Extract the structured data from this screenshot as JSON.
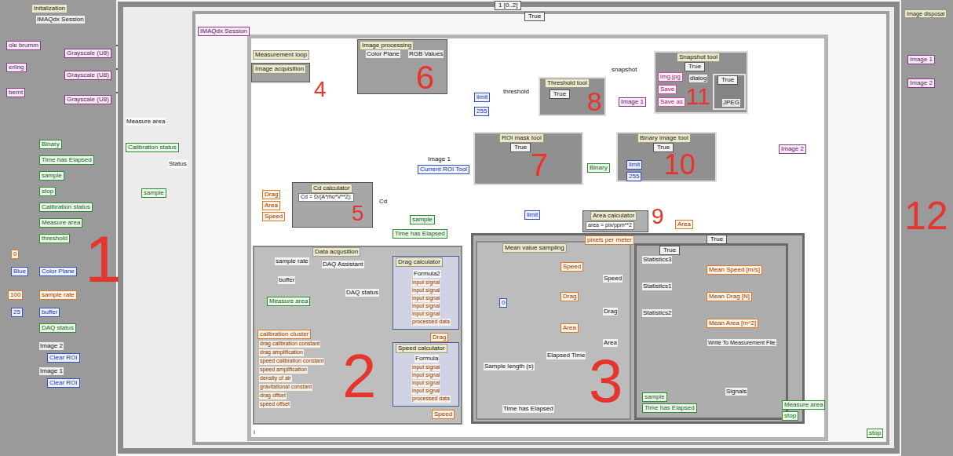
{
  "diagram": {
    "nodes": [
      {
        "text": [
          "Initalization"
        ]
      },
      {
        "text": [
          "Image disposal"
        ]
      },
      {
        "text": [
          "1 [0..2]"
        ]
      },
      {
        "text": [
          "True"
        ],
        "in": 2
      },
      {
        "text": [
          "Measurement loop"
        ],
        "in": 3
      },
      {
        "text": [
          "Image acquisition"
        ],
        "in": 4
      },
      {
        "text": [
          "Image processing"
        ],
        "in": 4
      },
      {
        "text": [
          "Threshold tool",
          "True"
        ],
        "in": 4
      },
      {
        "text": [
          "Snapshot tool",
          "True"
        ],
        "in": 4
      },
      {
        "text": [
          "True"
        ],
        "in": 8
      },
      {
        "text": [
          "ROI mask tool",
          "True"
        ],
        "in": 4
      },
      {
        "text": [
          "Binary image tool",
          "True"
        ],
        "in": 4
      },
      {
        "text": [
          "Cd calculator",
          "Cd = D/(A*rho*V**2);"
        ],
        "in": 4
      },
      {
        "text": [
          "Area calculator",
          "area = pix/ppm**2"
        ],
        "in": 4
      },
      {
        "text": [
          "Data acqusition"
        ],
        "in": 4
      },
      {
        "text": [
          "Drag calculator"
        ],
        "in": 14
      },
      {
        "text": [
          "Speed calculator"
        ],
        "in": 14
      },
      {
        "text": [
          "True"
        ],
        "in": 4
      },
      {
        "text": [
          "Mean value sampling"
        ],
        "in": 17
      },
      {
        "text": [
          "True"
        ],
        "in": 17
      }
    ],
    "edges": [
      {
        "from": 5,
        "to": 6,
        "arrow": "none"
      },
      {
        "from": 6,
        "to": 7,
        "arrow": "none"
      },
      {
        "from": 7,
        "to": 8,
        "arrow": "none"
      },
      {
        "from": 7,
        "to": 10,
        "arrow": "none"
      },
      {
        "from": 10,
        "to": 11,
        "arrow": "none"
      }
    ],
    "labels": [
      "IMAQdx Session",
      "ole brumm",
      "Grayscale (U8)",
      "erling",
      "Grayscale (U8)",
      "bernt",
      "Grayscale (U8)",
      "Binary",
      "Time has Elapsed",
      "sample",
      "stop",
      "Calibration status",
      "Measure area",
      "threshold",
      "0",
      "Blue",
      "Color Plane",
      "100",
      "sample rate",
      "25",
      "buffer",
      "DAQ status",
      "Image 2",
      "Clear ROI",
      "Image 1",
      "Clear ROI",
      "1",
      "Image 1",
      "Image 2",
      "12",
      "Measure area",
      "Calibration status",
      "Status",
      "sample",
      "IMAQdx Session",
      "i",
      "4",
      "Color Plane",
      "RGB Values",
      "6",
      "limit",
      "255",
      "threshold",
      "snapshot",
      "Image 1",
      "8",
      "img.jpg",
      "Save",
      "Save as",
      "dialog",
      "JPEG",
      "11",
      "Image 1",
      "Current ROI Tool",
      "7",
      "Binary",
      "limit",
      "255",
      "10",
      "Image 2",
      "Drag",
      "Area",
      "Speed",
      "Cd",
      "5",
      "limit",
      "pixels per meter",
      "Area",
      "9",
      "sample",
      "Time has Elapsed",
      "sample rate",
      "buffer",
      "DAQ Assistant",
      "Measure area",
      "DAQ status",
      "calibration cluster",
      "drag calibration constant",
      "drag amplification",
      "speed calibration constant",
      "speed amplification",
      "density of air",
      "gravitational constant",
      "drag offset",
      "speed offset",
      "2",
      "Formula2",
      "input signal",
      "input signal",
      "input signal",
      "input signal",
      "input signal",
      "processed data",
      "Drag",
      "Formula",
      "input signal",
      "input signal",
      "input signal",
      "input signal",
      "processed data",
      "Speed",
      "Speed",
      "Speed",
      "Drag",
      "Drag",
      "Area",
      "Area",
      "0",
      "Sample length (s)",
      "Elapsed Time",
      "Time has Elapsed",
      "3",
      "Statistics3",
      "Mean Speed [m/s]",
      "Statistics1",
      "Mean Drag [N]",
      "Statistics2",
      "Mean Area [m^2]",
      "Write To Measurement File",
      "Signals",
      "sample",
      "Time has Elapsed",
      "Measure area",
      "stop",
      "stop"
    ]
  }
}
